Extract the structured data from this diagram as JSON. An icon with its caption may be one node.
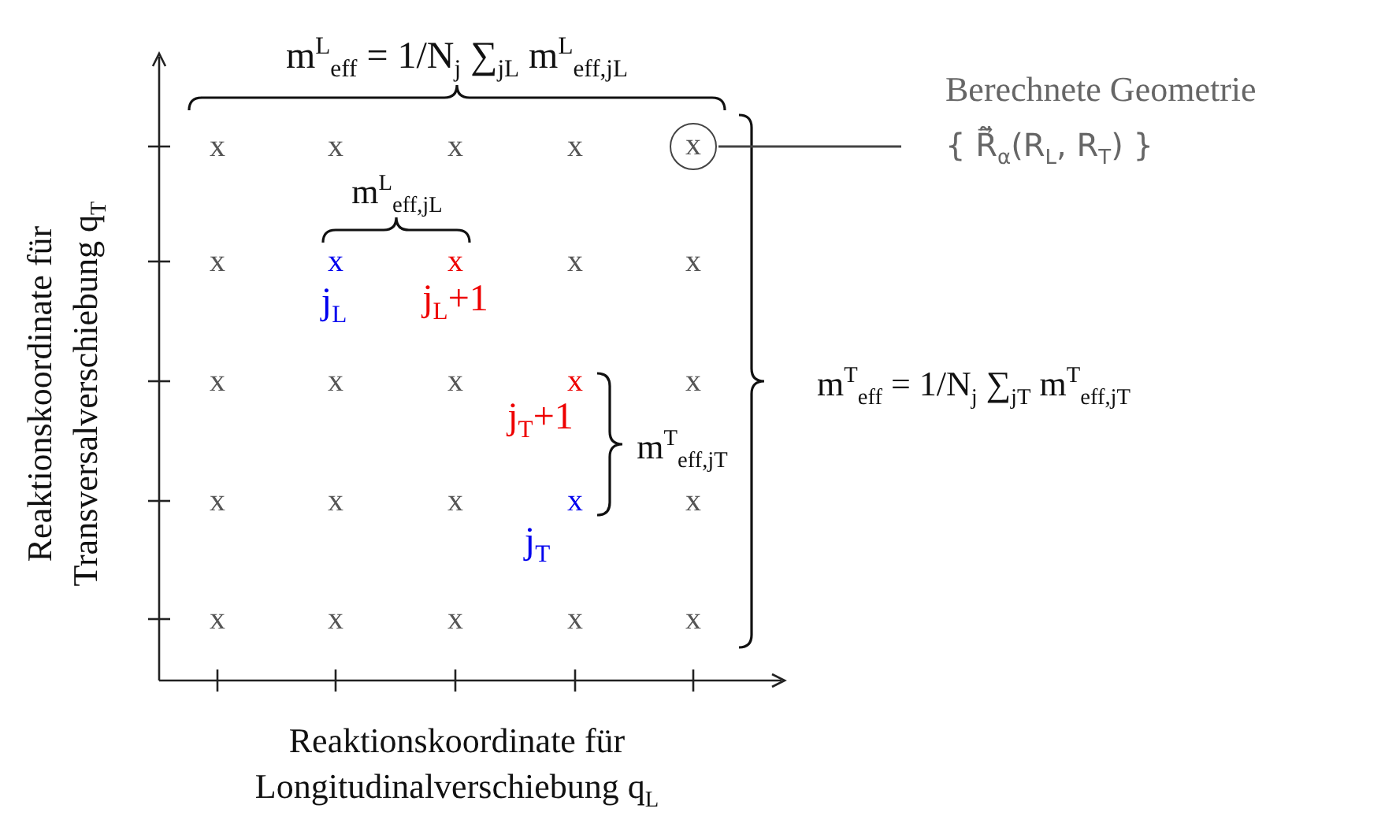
{
  "diagram": {
    "nodes": [
      {
        "text": [
          "x"
        ]
      },
      {
        "text": [
          "Berechnete Geometrie",
          "{ R⃗̃$_{α}$(R$_{L}$, R$_{T}$) }"
        ]
      }
    ],
    "edges": [
      {
        "from": 1,
        "to": 0,
        "arrow": "none"
      }
    ],
    "labels": [
      "m$^{L}$$_{eff}$ = 1/N$_{j}$ ∑$_{jL}$ m$^{L}$$_{eff,jL}$",
      "x",
      "x",
      "x",
      "x",
      "m$^{L}$$_{eff,jL}$",
      "x",
      "x",
      "x",
      "x",
      "x",
      "j$_{L}$",
      "j$_{L}$+1",
      "x",
      "x",
      "x",
      "x",
      "x",
      "j$_{T}$+1",
      "m$^{T}$$_{eff,jT}$",
      "m$^{T}$$_{eff}$ = 1/N$_{j}$ ∑$_{jT}$ m$^{T}$$_{eff,jT}$",
      "x",
      "x",
      "x",
      "x",
      "x",
      "j$_{T}$",
      "x",
      "x",
      "x",
      "x",
      "x",
      "Reaktionskoordinate für Transversalverschiebung q$_{T}$",
      "Reaktionskoordinate für Longitudinalverschiebung q$_{L}$"
    ]
  }
}
